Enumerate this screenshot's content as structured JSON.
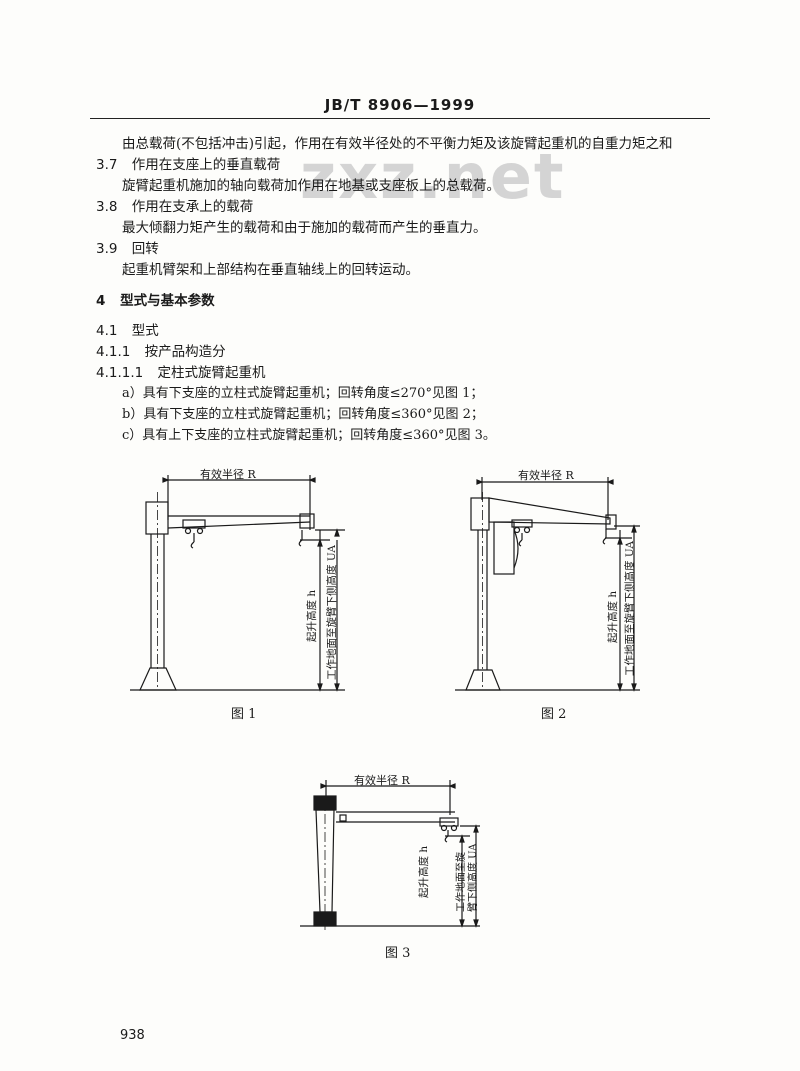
{
  "header": {
    "doc_code": "JB/T 8906—1999"
  },
  "watermark": "zxz.net",
  "text": {
    "l0": "由总载荷(不包括冲击)引起，作用在有效半径处的不平衡力矩及该旋臂起重机的自重力矩之和",
    "s37_num": "3.7",
    "s37_title": "作用在支座上的垂直载荷",
    "s37_body": "旋臂起重机施加的轴向载荷加作用在地基或支座板上的总载荷。",
    "s38_num": "3.8",
    "s38_title": "作用在支承上的载荷",
    "s38_body": "最大倾翻力矩产生的载荷和由于施加的载荷而产生的垂直力。",
    "s39_num": "3.9",
    "s39_title": "回转",
    "s39_body": "起重机臂架和上部结构在垂直轴线上的回转运动。",
    "s4_num": "4",
    "s4_title": "型式与基本参数",
    "s41_num": "4.1",
    "s41_title": "型式",
    "s411_num": "4.1.1",
    "s411_title": "按产品构造分",
    "s4111_num": "4.1.1.1",
    "s4111_title": "定柱式旋臂起重机",
    "item_a": "a）具有下支座的立柱式旋臂起重机；回转角度≤270°见图 1；",
    "item_b": "b）具有下支座的立柱式旋臂起重机；回转角度≤360°见图 2；",
    "item_c": "c）具有上下支座的立柱式旋臂起重机；回转角度≤360°见图 3。"
  },
  "figures": {
    "radius_label": "有效半径 R",
    "lift_height_label": "起升高度 h",
    "clearance_label": "工作地面至旋臂下侧高度 UA",
    "clearance_label_top": "工作地面至旋",
    "clearance_label_bottom": "臂下侧高度 UA",
    "fig1_caption": "图 1",
    "fig2_caption": "图 2",
    "fig3_caption": "图 3"
  },
  "page_number": "938"
}
